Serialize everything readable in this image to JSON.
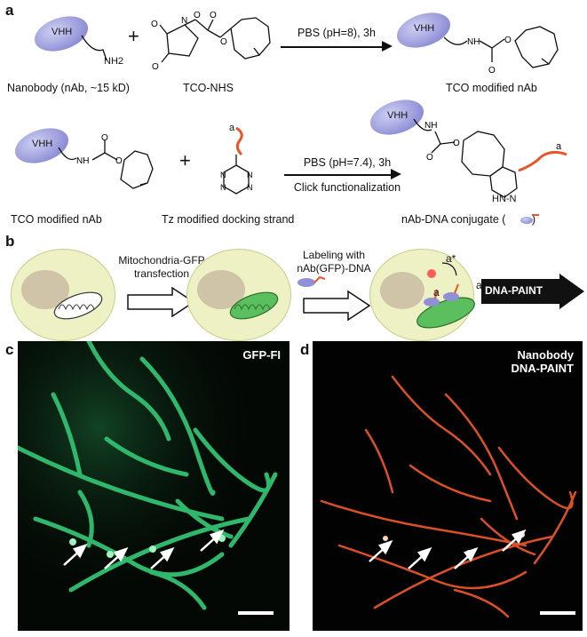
{
  "panels": {
    "a": "a",
    "b": "b",
    "c": "c",
    "d": "d"
  },
  "row1": {
    "nab_label": "Nanobody (nAb, ~15 kD)",
    "tco_nhs_label": "TCO-NHS",
    "conditions": "PBS (pH=8), 3h",
    "product_label": "TCO modified nAb",
    "vhh": "VHH",
    "nh2": "NH2",
    "plus": "+"
  },
  "row2": {
    "tco_label": "TCO modified nAb",
    "tz_label": "Tz modified docking strand",
    "conditions_top": "PBS (pH=7.4), 3h",
    "conditions_bottom": "Click functionalization",
    "product_label": "nAb-DNA conjugate (",
    "product_label_end": ")",
    "strand": "a",
    "hn_n": "HN-N",
    "plus": "+"
  },
  "row_b": {
    "step1_top": "Mitochondria-GFP",
    "step1_bottom": "transfection",
    "step2_top": "Labeling with",
    "step2_bottom": "nAb(GFP)-DNA",
    "a_star": "a*",
    "a1": "a",
    "a2": "a",
    "final": "DNA-PAINT"
  },
  "panel_c": {
    "label": "GFP-FI"
  },
  "panel_d": {
    "label_line1": "Nanobody",
    "label_line2": "DNA-PAINT"
  },
  "colors": {
    "gfp": "#2fb86b",
    "paint": "#e8552a",
    "nanobody": "#8f90d6",
    "cell": "#eef1c4"
  }
}
